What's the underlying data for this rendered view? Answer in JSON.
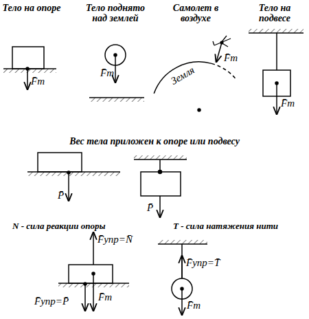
{
  "diagram": {
    "labels": [
      "Тело на опоре",
      "Тело поднято над землей",
      "Самолет в воздухе",
      "Тело на подвесе",
      "F̄т",
      "F̄т",
      "Земля",
      "F̄т",
      "F̄т",
      "Вес тела приложен к опоре или подвесу",
      "P̄",
      "P̄",
      "N - сила реакции опоры",
      "T - сила натяжения нити",
      "F̄упр=N̄",
      "F̄упр=T̄",
      "F̄т",
      "F̄упр=P̄",
      "F̄т"
    ]
  }
}
